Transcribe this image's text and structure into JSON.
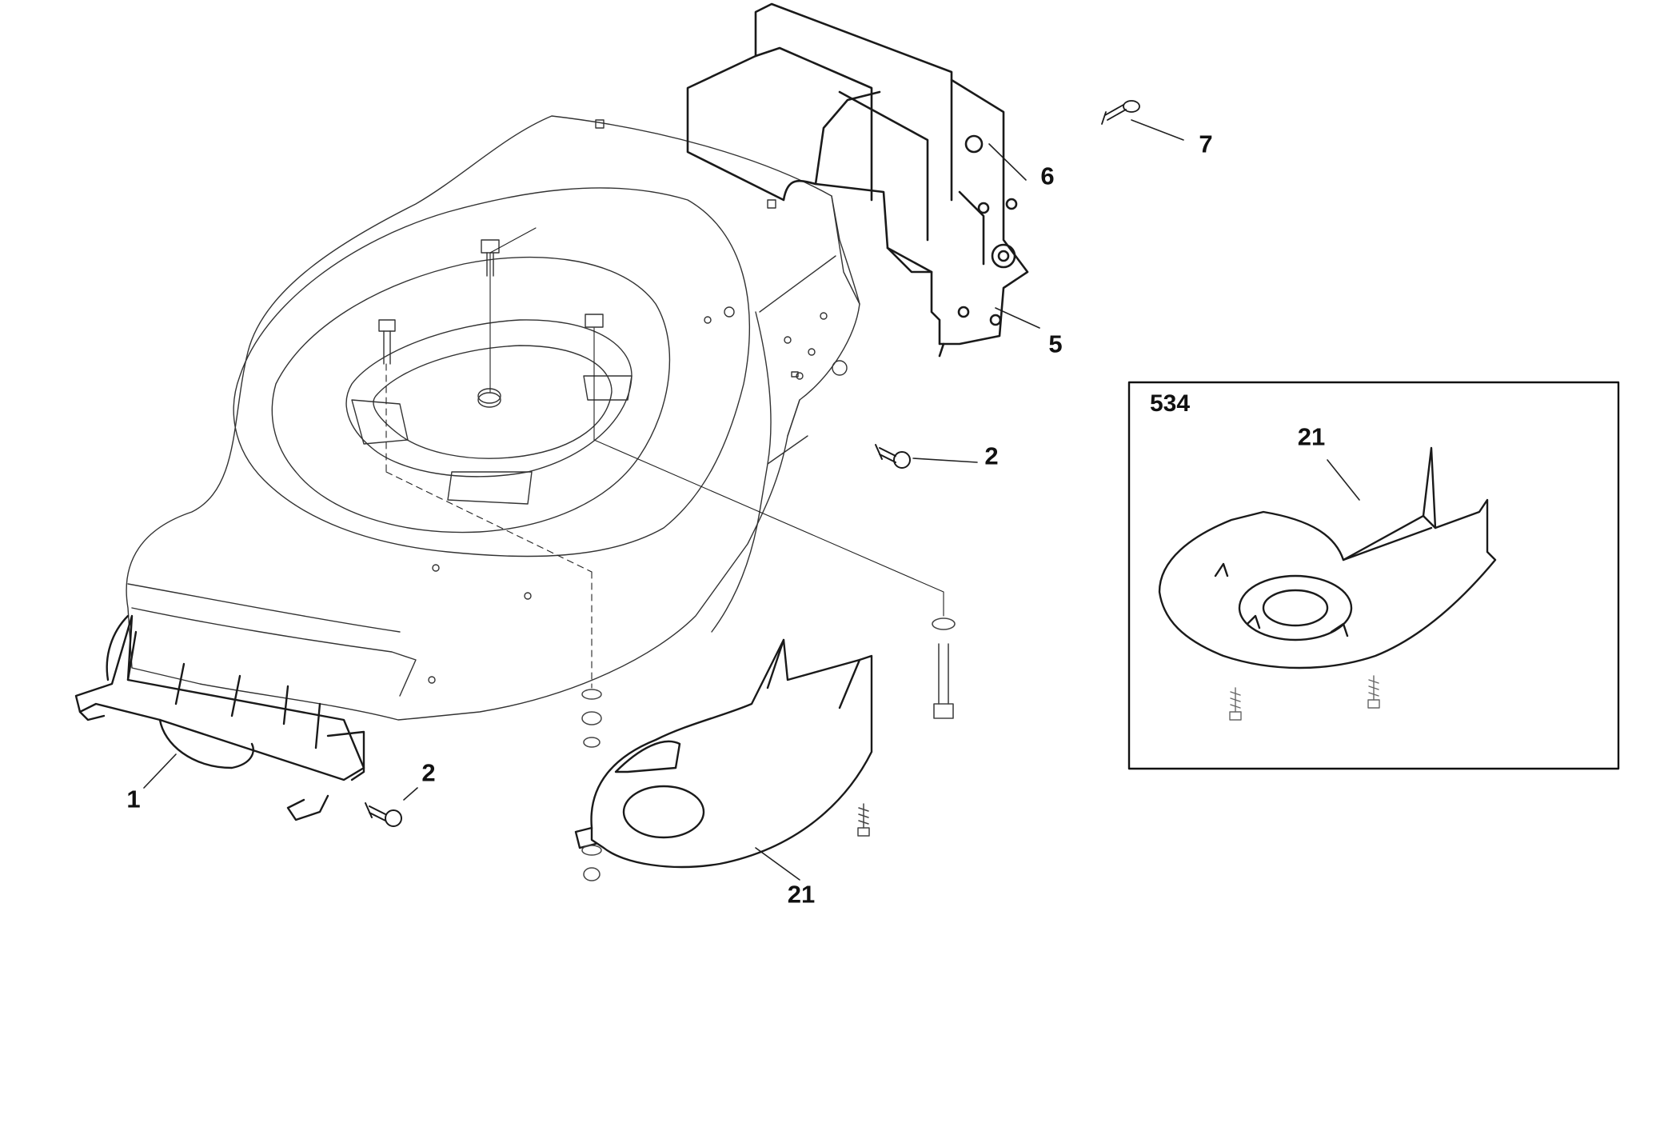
{
  "diagram": {
    "callouts": {
      "part_1": "1",
      "part_2_a": "2",
      "part_2_b": "2",
      "part_5": "5",
      "part_6": "6",
      "part_7": "7",
      "part_21_main": "21",
      "part_21_inset": "21"
    },
    "inset": {
      "title": "534"
    }
  }
}
